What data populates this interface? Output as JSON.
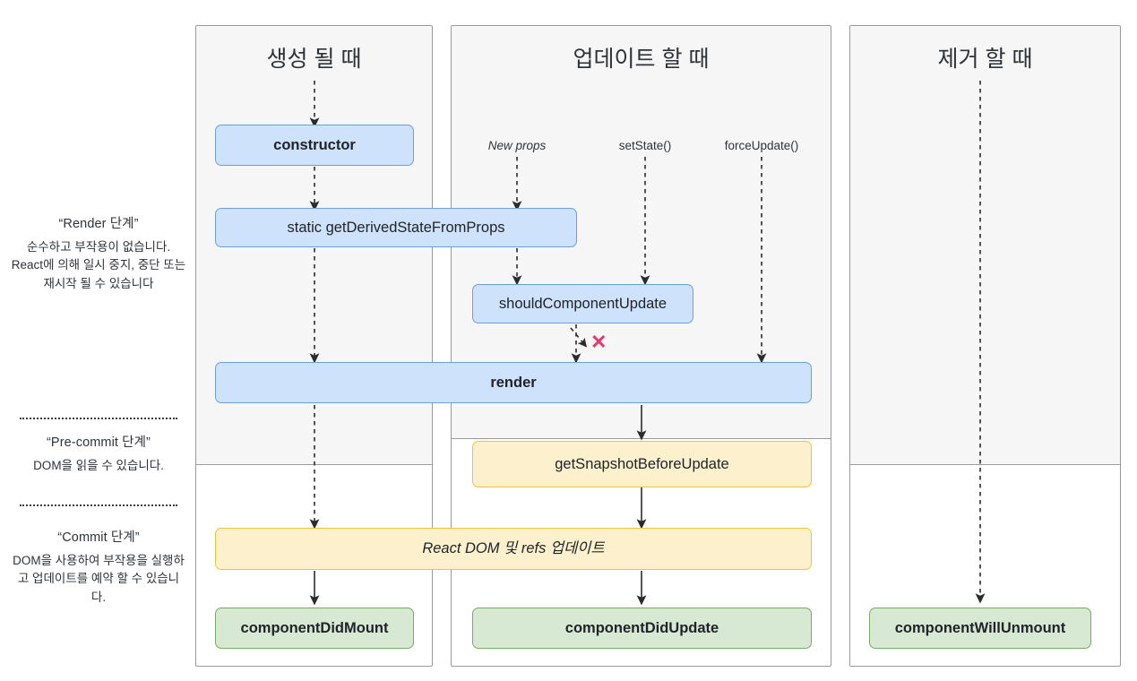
{
  "phases": [
    {
      "id": "render",
      "title": "“Render 단계”",
      "body": "순수하고 부작용이 없습니다. React에 의해 일시 중지, 중단 또는 재시작 될 수 있습니다"
    },
    {
      "id": "pre-commit",
      "title": "“Pre-commit 단계”",
      "body": "DOM을 읽을 수 있습니다."
    },
    {
      "id": "commit",
      "title": "“Commit 단계”",
      "body": "DOM을 사용하여 부작용을 실행하고 업데이트를 예약 할 수 있습니다."
    }
  ],
  "columns": [
    {
      "id": "mounting",
      "title": "생성 될 때"
    },
    {
      "id": "updating",
      "title": "업데이트 할 때"
    },
    {
      "id": "unmounting",
      "title": "제거 할 때"
    }
  ],
  "triggers": [
    {
      "id": "new-props",
      "label": "New props"
    },
    {
      "id": "set-state",
      "label": "setState()"
    },
    {
      "id": "force-update",
      "label": "forceUpdate()"
    }
  ],
  "nodes": {
    "constructor": "constructor",
    "get_derived_state_from_props": "static getDerivedStateFromProps",
    "should_component_update": "shouldComponentUpdate",
    "render": "render",
    "get_snapshot_before_update": "getSnapshotBeforeUpdate",
    "react_dom_refs": "React DOM 및 refs 업데이트",
    "component_did_mount": "componentDidMount",
    "component_did_update": "componentDidUpdate",
    "component_will_unmount": "componentWillUnmount"
  },
  "marks": {
    "skip_update_x": "✕"
  },
  "colors": {
    "blue_fill": "#cfe2fb",
    "blue_border": "#6c9fe0",
    "amber_fill": "#fdf0cd",
    "amber_border": "#f0c23c",
    "green_fill": "#d7e9d3",
    "green_border": "#76ab63",
    "column_shade": "#f6f6f6",
    "column_border": "#9a9a9a",
    "x_mark": "#e8386a",
    "arrow": "#2b2b2b"
  }
}
